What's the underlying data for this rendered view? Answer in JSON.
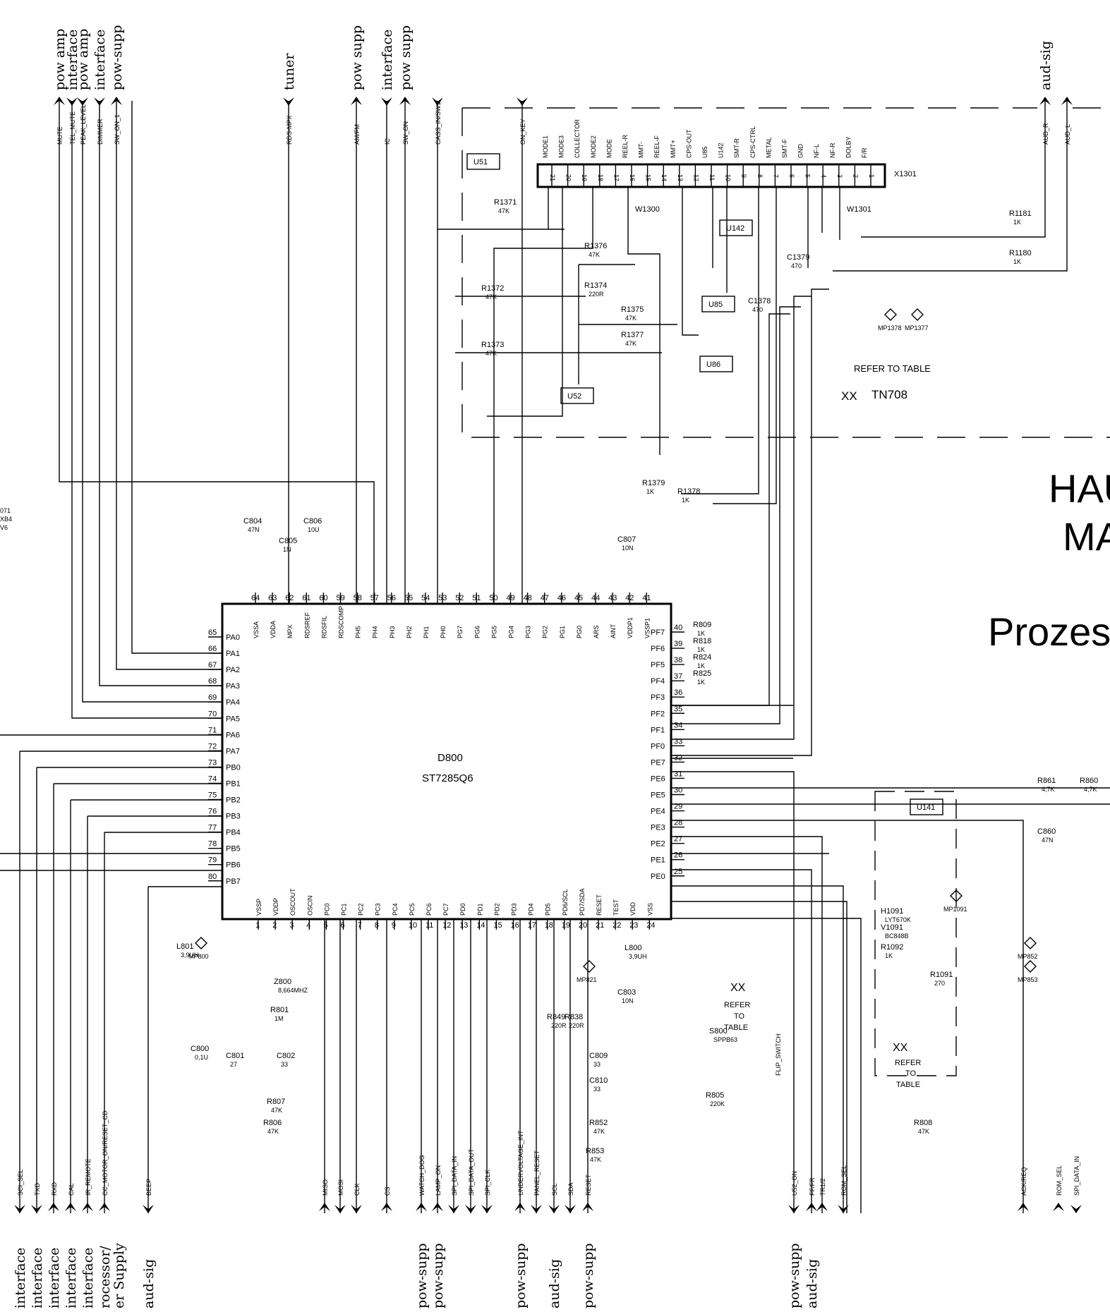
{
  "ic": {
    "ref": "D800",
    "part": "ST7285Q6",
    "top_pins": [
      {
        "num": "64",
        "name": "VSSA"
      },
      {
        "num": "63",
        "name": "VDDA"
      },
      {
        "num": "62",
        "name": "MPX"
      },
      {
        "num": "61",
        "name": "RDSREF"
      },
      {
        "num": "60",
        "name": "RDSFIL"
      },
      {
        "num": "59",
        "name": "RDSCOMP"
      },
      {
        "num": "58",
        "name": "PH5"
      },
      {
        "num": "57",
        "name": "PH4"
      },
      {
        "num": "56",
        "name": "PH3"
      },
      {
        "num": "55",
        "name": "PH2"
      },
      {
        "num": "54",
        "name": "PH1"
      },
      {
        "num": "53",
        "name": "PH0"
      },
      {
        "num": "52",
        "name": "PG7"
      },
      {
        "num": "51",
        "name": "PG6"
      },
      {
        "num": "50",
        "name": "PG5"
      },
      {
        "num": "49",
        "name": "PG4"
      },
      {
        "num": "48",
        "name": "PG3"
      },
      {
        "num": "47",
        "name": "PG2"
      },
      {
        "num": "46",
        "name": "PG1"
      },
      {
        "num": "45",
        "name": "PG0"
      },
      {
        "num": "44",
        "name": "ARS"
      },
      {
        "num": "43",
        "name": "AINT"
      },
      {
        "num": "42",
        "name": "VDDP1"
      },
      {
        "num": "41",
        "name": "VSSP1"
      }
    ],
    "left_pins": [
      {
        "num": "65",
        "name": "PA0"
      },
      {
        "num": "66",
        "name": "PA1"
      },
      {
        "num": "67",
        "name": "PA2"
      },
      {
        "num": "68",
        "name": "PA3"
      },
      {
        "num": "69",
        "name": "PA4"
      },
      {
        "num": "70",
        "name": "PA5"
      },
      {
        "num": "71",
        "name": "PA6"
      },
      {
        "num": "72",
        "name": "PA7"
      },
      {
        "num": "73",
        "name": "PB0"
      },
      {
        "num": "74",
        "name": "PB1"
      },
      {
        "num": "75",
        "name": "PB2"
      },
      {
        "num": "76",
        "name": "PB3"
      },
      {
        "num": "77",
        "name": "PB4"
      },
      {
        "num": "78",
        "name": "PB5"
      },
      {
        "num": "79",
        "name": "PB6"
      },
      {
        "num": "80",
        "name": "PB7"
      }
    ],
    "right_pins": [
      {
        "num": "40",
        "name": "PF7"
      },
      {
        "num": "39",
        "name": "PF6"
      },
      {
        "num": "38",
        "name": "PF5"
      },
      {
        "num": "37",
        "name": "PF4"
      },
      {
        "num": "36",
        "name": "PF3"
      },
      {
        "num": "35",
        "name": "PF2"
      },
      {
        "num": "34",
        "name": "PF1"
      },
      {
        "num": "33",
        "name": "PF0"
      },
      {
        "num": "32",
        "name": "PE7"
      },
      {
        "num": "31",
        "name": "PE6"
      },
      {
        "num": "30",
        "name": "PE5"
      },
      {
        "num": "29",
        "name": "PE4"
      },
      {
        "num": "28",
        "name": "PE3"
      },
      {
        "num": "27",
        "name": "PE2"
      },
      {
        "num": "26",
        "name": "PE1"
      },
      {
        "num": "25",
        "name": "PE0"
      }
    ],
    "bottom_pins": [
      {
        "num": "1",
        "name": "VSSP"
      },
      {
        "num": "2",
        "name": "VDDP"
      },
      {
        "num": "3",
        "name": "OSCOUT"
      },
      {
        "num": "4",
        "name": "OSCIN"
      },
      {
        "num": "5",
        "name": "PC0"
      },
      {
        "num": "6",
        "name": "PC1"
      },
      {
        "num": "7",
        "name": "PC2"
      },
      {
        "num": "8",
        "name": "PC3"
      },
      {
        "num": "9",
        "name": "PC4"
      },
      {
        "num": "10",
        "name": "PC5"
      },
      {
        "num": "11",
        "name": "PC6"
      },
      {
        "num": "12",
        "name": "PC7"
      },
      {
        "num": "13",
        "name": "PD0"
      },
      {
        "num": "14",
        "name": "PD1"
      },
      {
        "num": "15",
        "name": "PD2"
      },
      {
        "num": "16",
        "name": "PD3"
      },
      {
        "num": "17",
        "name": "PD4"
      },
      {
        "num": "18",
        "name": "PD5"
      },
      {
        "num": "19",
        "name": "PD6/SCL"
      },
      {
        "num": "20",
        "name": "PD7/SDA"
      },
      {
        "num": "21",
        "name": "RESET"
      },
      {
        "num": "22",
        "name": "TEST"
      },
      {
        "num": "23",
        "name": "VDD"
      },
      {
        "num": "24",
        "name": "VSS"
      }
    ]
  },
  "top_signals": [
    {
      "signal": "MUTE",
      "target": "pow amp",
      "dir": "up"
    },
    {
      "signal": "TEL_MUTE",
      "target": "interface",
      "dir": "down"
    },
    {
      "signal": "PEAK_LEVEL",
      "target": "pow amp",
      "dir": "down"
    },
    {
      "signal": "DIMMER",
      "target": "interface",
      "dir": "down"
    },
    {
      "signal": "SW_ON_1",
      "target": "pow-supp",
      "dir": "up"
    },
    {
      "signal": "RDS-MPX",
      "target": "tuner",
      "dir": "down"
    },
    {
      "signal": "AM/FM",
      "target": "pow supp",
      "dir": "up"
    },
    {
      "signal": "IC",
      "target": "interface",
      "dir": "down"
    },
    {
      "signal": "SW_ON",
      "target": "pow supp",
      "dir": "up"
    },
    {
      "signal": "CASS_IN/SW1",
      "target": "",
      "dir": "down"
    },
    {
      "signal": "ON_KEY",
      "target": "",
      "dir": "down"
    },
    {
      "signal": "AUD_R",
      "target": "aud-sig",
      "dir": "up"
    },
    {
      "signal": "AUD_L",
      "target": "",
      "dir": "up"
    }
  ],
  "bottom_signals": [
    {
      "signal": "SCI_SEL",
      "target": "interface",
      "dir": "down"
    },
    {
      "signal": "TXD",
      "target": "interface",
      "dir": "down"
    },
    {
      "signal": "RXD",
      "target": "interface",
      "dir": "up"
    },
    {
      "signal": "CAL",
      "target": "interface",
      "dir": "up"
    },
    {
      "signal": "IR_REMOTE",
      "target": "interface",
      "dir": "up"
    },
    {
      "signal": "CC_MOTOR_ON/RESET_CD",
      "target": "rocessor/",
      "dir": "up"
    },
    {
      "signal": "",
      "target": "er Supply",
      "dir": "none"
    },
    {
      "signal": "BEEP",
      "target": "aud-sig",
      "dir": "down"
    },
    {
      "signal": "MISO",
      "target": "",
      "dir": "up"
    },
    {
      "signal": "MOSI",
      "target": "",
      "dir": "down"
    },
    {
      "signal": "CLK",
      "target": "",
      "dir": "down"
    },
    {
      "signal": "CS",
      "target": "",
      "dir": "up"
    },
    {
      "signal": "WATCH_DOG",
      "target": "pow-supp",
      "dir": "up"
    },
    {
      "signal": "LAMP_ON",
      "target": "pow-supp",
      "dir": "up"
    },
    {
      "signal": "SPI_DATA_IN",
      "target": "",
      "dir": "down"
    },
    {
      "signal": "SPI_DATA_OUT",
      "target": "",
      "dir": "down"
    },
    {
      "signal": "SPI_CLK",
      "target": "",
      "dir": "down"
    },
    {
      "signal": "UNDERVOLTAGE_INT",
      "target": "pow-supp",
      "dir": "up"
    },
    {
      "signal": "PANEL_RESET",
      "target": "",
      "dir": "down"
    },
    {
      "signal": "SCL",
      "target": "aud-sig",
      "dir": "down"
    },
    {
      "signal": "SDA",
      "target": "",
      "dir": "down"
    },
    {
      "signal": "RESET",
      "target": "pow-supp",
      "dir": "up"
    },
    {
      "signal": "U52_ON",
      "target": "pow-supp",
      "dir": "down"
    },
    {
      "signal": "FF/FR",
      "target": "aud-sig",
      "dir": "up"
    },
    {
      "signal": "TR1/2",
      "target": "",
      "dir": "up"
    },
    {
      "signal": "ROM_SEL",
      "target": "",
      "dir": "down"
    },
    {
      "signal": "ACK/REQ",
      "target": "",
      "dir": "up"
    },
    {
      "signal": "ROM_SEL",
      "target": "",
      "dir": "up"
    },
    {
      "signal": "SPI_DATA_IN",
      "target": "",
      "dir": "down"
    }
  ],
  "connector": {
    "ref": "X1301",
    "pins": [
      {
        "num": "21",
        "name": "MODE1"
      },
      {
        "num": "20",
        "name": "MODE3"
      },
      {
        "num": "19",
        "name": "COLLECTOR"
      },
      {
        "num": "18",
        "name": "MODE2"
      },
      {
        "num": "17",
        "name": "MODE"
      },
      {
        "num": "16",
        "name": "REEL-R"
      },
      {
        "num": "15",
        "name": "MMT-"
      },
      {
        "num": "14",
        "name": "REEL-F"
      },
      {
        "num": "13",
        "name": "MMT+"
      },
      {
        "num": "12",
        "name": "CPS-OUT"
      },
      {
        "num": "11",
        "name": "U85"
      },
      {
        "num": "10",
        "name": "U142"
      },
      {
        "num": "9",
        "name": "SMT-R"
      },
      {
        "num": "8",
        "name": "CPS-CTRL"
      },
      {
        "num": "7",
        "name": "METAL"
      },
      {
        "num": "6",
        "name": "SMT-F"
      },
      {
        "num": "5",
        "name": "GND"
      },
      {
        "num": "4",
        "name": "NF-L"
      },
      {
        "num": "3",
        "name": "NF-R"
      },
      {
        "num": "2",
        "name": "DOLBY"
      },
      {
        "num": "1",
        "name": "F/R"
      }
    ]
  },
  "components": [
    {
      "ref": "R1371",
      "value": "47K"
    },
    {
      "ref": "R1372",
      "value": "47K"
    },
    {
      "ref": "R1373",
      "value": "47K"
    },
    {
      "ref": "R1374",
      "value": "220R"
    },
    {
      "ref": "R1375",
      "value": "47K"
    },
    {
      "ref": "R1376",
      "value": "47K"
    },
    {
      "ref": "R1377",
      "value": "47K"
    },
    {
      "ref": "R1378",
      "value": "1K"
    },
    {
      "ref": "R1379",
      "value": "1K"
    },
    {
      "ref": "R1180",
      "value": "1K"
    },
    {
      "ref": "R1181",
      "value": "1K"
    },
    {
      "ref": "C1378",
      "value": "470"
    },
    {
      "ref": "C1379",
      "value": "470"
    },
    {
      "ref": "W1300",
      "value": ""
    },
    {
      "ref": "W1301",
      "value": ""
    },
    {
      "ref": "C804",
      "value": "47N"
    },
    {
      "ref": "C805",
      "value": "1N"
    },
    {
      "ref": "C806",
      "value": "10U"
    },
    {
      "ref": "C807",
      "value": "10N"
    },
    {
      "ref": "R809",
      "value": "1K"
    },
    {
      "ref": "R818",
      "value": "1K"
    },
    {
      "ref": "R824",
      "value": "1K"
    },
    {
      "ref": "R825",
      "value": "1K"
    },
    {
      "ref": "L801",
      "value": "3,9UH"
    },
    {
      "ref": "L800",
      "value": "3,9UH"
    },
    {
      "ref": "Z800",
      "value": "8,664MHZ"
    },
    {
      "ref": "R801",
      "value": "1M"
    },
    {
      "ref": "C800",
      "value": "0,1U"
    },
    {
      "ref": "C801",
      "value": "27"
    },
    {
      "ref": "C802",
      "value": "33"
    },
    {
      "ref": "C803",
      "value": "10N"
    },
    {
      "ref": "R807",
      "value": "47K"
    },
    {
      "ref": "R806",
      "value": "47K"
    },
    {
      "ref": "R849",
      "value": "220R"
    },
    {
      "ref": "R838",
      "value": "220R"
    },
    {
      "ref": "C809",
      "value": "33"
    },
    {
      "ref": "C810",
      "value": "33"
    },
    {
      "ref": "R852",
      "value": "47K"
    },
    {
      "ref": "R853",
      "value": "47K"
    },
    {
      "ref": "R805",
      "value": "220K"
    },
    {
      "ref": "S800",
      "value": "SPPB63"
    },
    {
      "ref": "R808",
      "value": "47K"
    },
    {
      "ref": "H1091",
      "value": "LYT670K"
    },
    {
      "ref": "V1091",
      "value": "BC848B"
    },
    {
      "ref": "R1092",
      "value": "1K"
    },
    {
      "ref": "R1091",
      "value": "270"
    },
    {
      "ref": "R861",
      "value": "4,7K"
    },
    {
      "ref": "R860",
      "value": "4,7K"
    },
    {
      "ref": "C860",
      "value": "47N"
    }
  ],
  "supply_boxes": [
    "U51",
    "U52",
    "U85",
    "U86",
    "U142",
    "U141"
  ],
  "test_points": [
    "MP1378",
    "MP1377",
    "MP800",
    "MP821",
    "MP1091",
    "MP852",
    "MP853"
  ],
  "notes": {
    "refer_table": "REFER TO TABLE",
    "refer": "REFER",
    "to": "TO",
    "table": "TABLE",
    "xx": "XX",
    "tn": "TN708",
    "flip": "FLIP_SWITCH",
    "fragment_lines": [
      "071",
      "XB4",
      "V6"
    ]
  },
  "title_fragments": [
    "HAU",
    "MA",
    "Prozes"
  ]
}
